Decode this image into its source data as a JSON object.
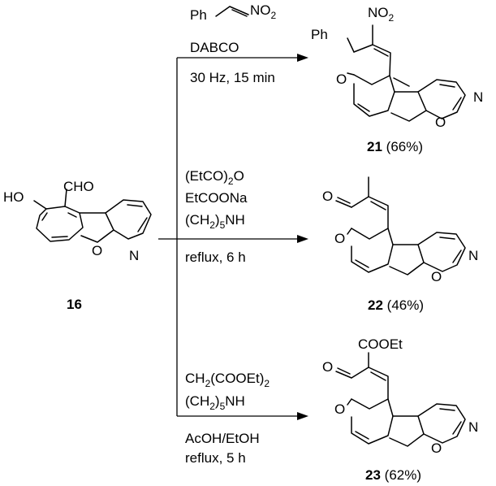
{
  "starting_material": {
    "label": "16",
    "groups": {
      "hydroxy": "HO",
      "formyl": "CHO",
      "pyridine_n": "N",
      "furan_o": "O"
    }
  },
  "reactions": [
    {
      "reagent_lines": [
        [
          "Ph"
        ],
        [
          "NO",
          "2"
        ]
      ],
      "conditions_above": [
        "DABCO"
      ],
      "conditions_below": [
        "30 Hz, 15 min"
      ],
      "product": {
        "number": "21",
        "yield": "(66%)",
        "groups": {
          "nitro": "NO",
          "nitro_sub": "2",
          "phenyl": "Ph",
          "pyran_o": "O",
          "furan_o": "O",
          "pyridine_n": "N"
        }
      }
    },
    {
      "reagent_lines": [
        [
          "(EtCO)",
          "2",
          "O"
        ],
        [
          "EtCOONa"
        ],
        [
          "(CH",
          "2",
          ")",
          "5",
          "NH"
        ]
      ],
      "conditions_below": [
        "reflux, 6 h"
      ],
      "product": {
        "number": "22",
        "yield": "(46%)",
        "groups": {
          "carbonyl_o": "O",
          "pyran_o": "O",
          "furan_o": "O",
          "pyridine_n": "N"
        }
      }
    },
    {
      "reagent_lines": [
        [
          "CH",
          "2",
          "(COOEt)",
          "2"
        ],
        [
          "(CH",
          "2",
          ")",
          "5",
          "NH"
        ]
      ],
      "conditions_below": [
        "AcOH/EtOH",
        "reflux, 5 h"
      ],
      "product": {
        "number": "23",
        "yield": "(62%)",
        "groups": {
          "ester": "COOEt",
          "carbonyl_o": "O",
          "pyran_o": "O",
          "furan_o": "O",
          "pyridine_n": "N"
        }
      }
    }
  ]
}
